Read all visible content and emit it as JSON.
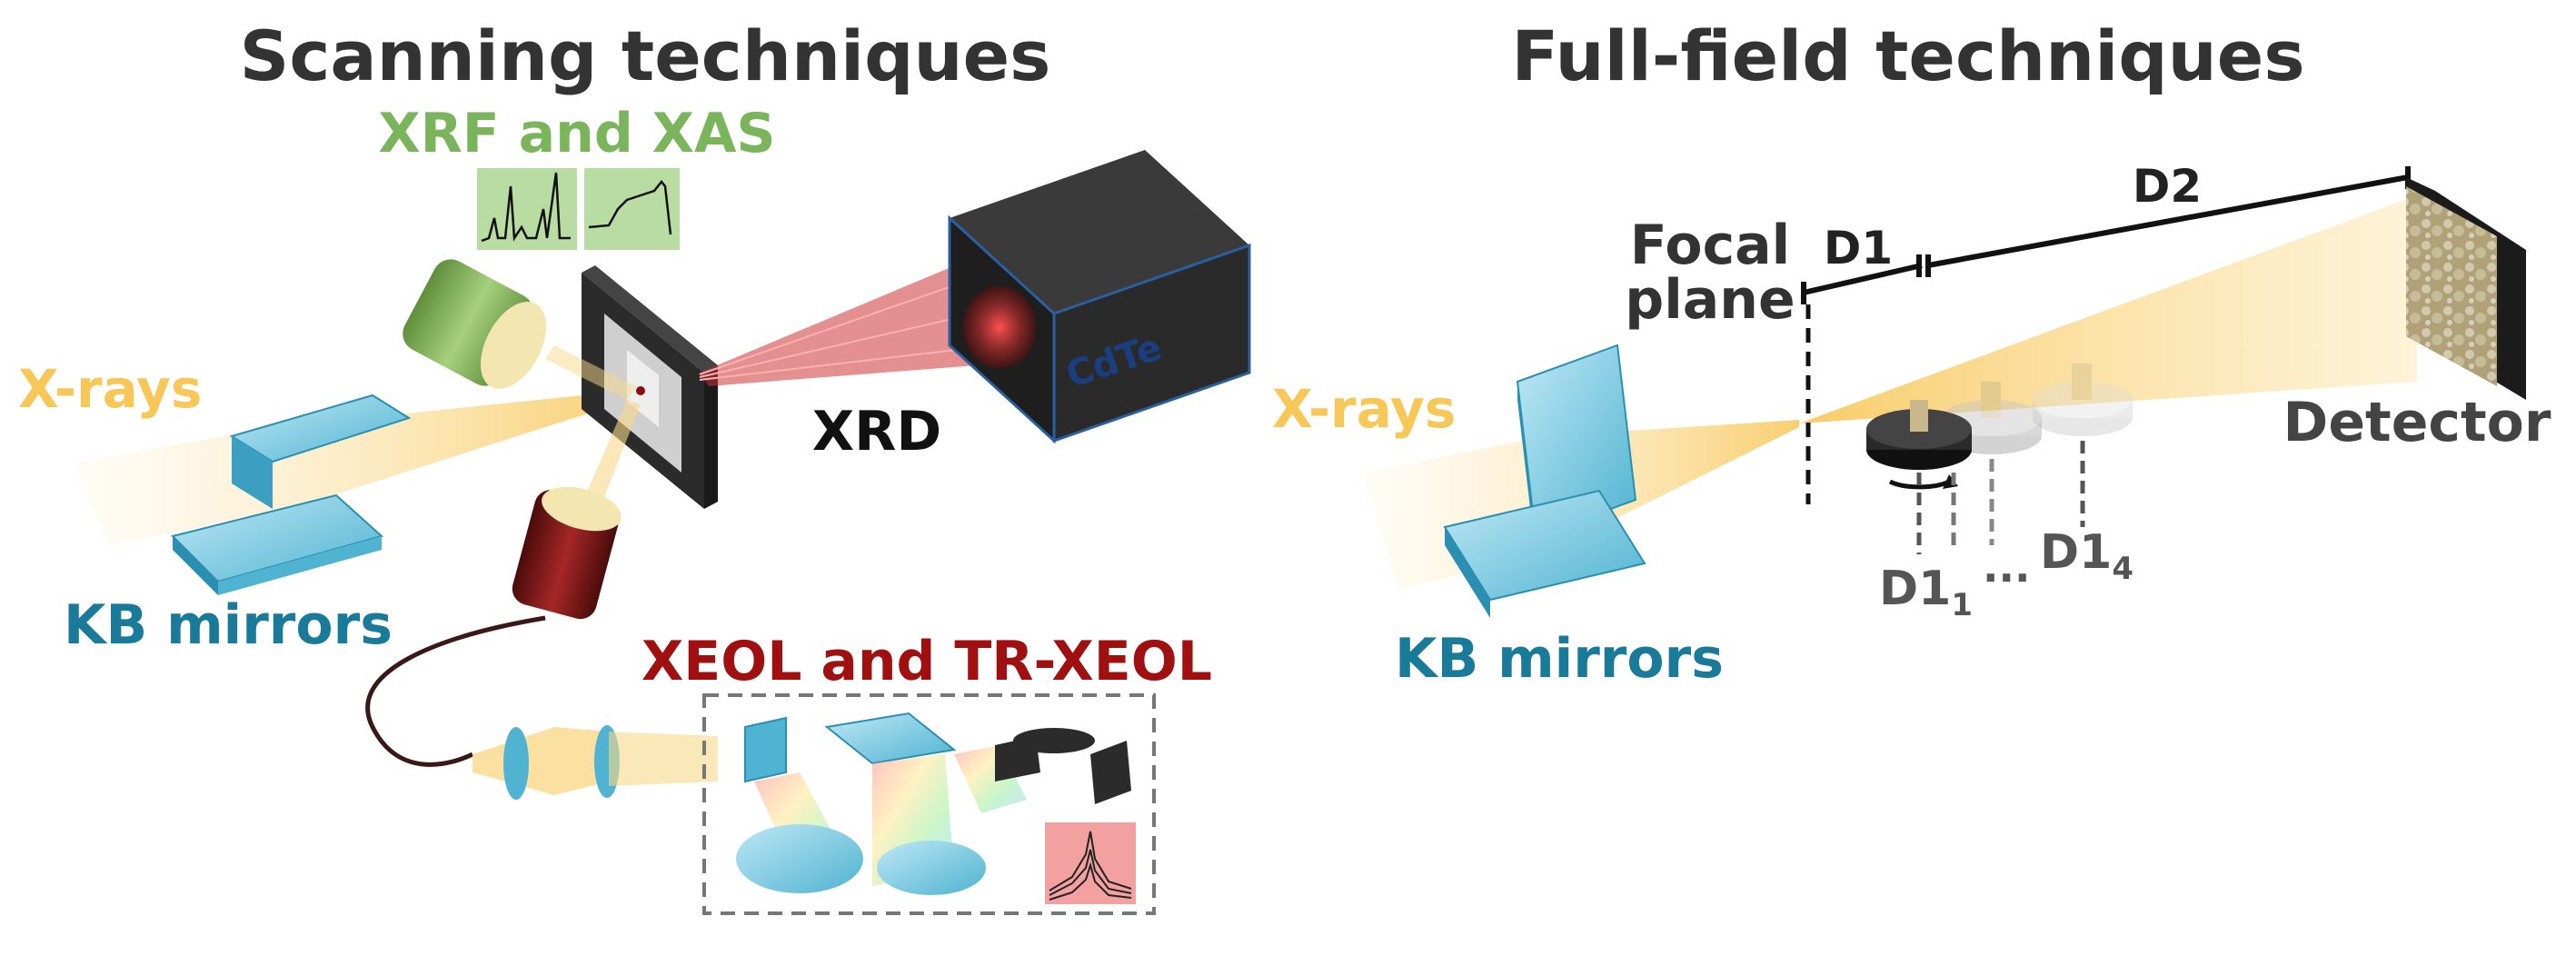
{
  "scanning": {
    "title": "Scanning techniques",
    "xrf_xas_label": "XRF and XAS",
    "xrays_label": "X-rays",
    "kb_label": "KB mirrors",
    "xrd_label": "XRD",
    "detector_text": "CdTe",
    "xeol_label": "XEOL and TR-XEOL"
  },
  "fullfield": {
    "title": "Full-field techniques",
    "focal_plane_line1": "Focal",
    "focal_plane_line2": "plane",
    "d1_label": "D1",
    "d2_label": "D2",
    "xrays_label": "X-rays",
    "kb_label": "KB mirrors",
    "detector_label": "Detector",
    "d1_1_base": "D1",
    "d1_1_sub": "1",
    "ellipsis": "...",
    "d1_4_base": "D1",
    "d1_4_sub": "4"
  },
  "colors": {
    "xray_beam": "#f9d98a",
    "xrf_green": "#7ab55c",
    "kb_blue": "#1a7a99",
    "xeol_red": "#a01010",
    "heading": "#333333",
    "xrays_text": "#f7c758"
  }
}
